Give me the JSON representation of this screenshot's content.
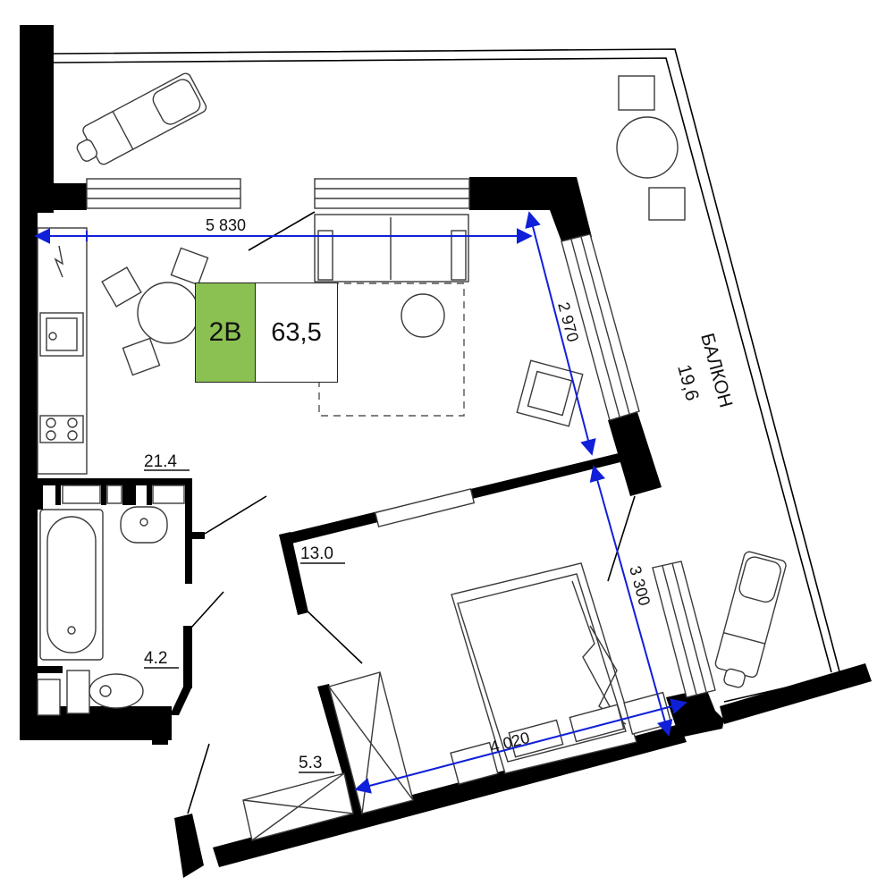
{
  "badge": {
    "type_label": "2В",
    "total_area": "63,5",
    "type_color": "#8bc052"
  },
  "balcony": {
    "label": "БАЛКОН",
    "area": "19,6"
  },
  "room_areas": {
    "kitchen_living": "21.4",
    "bedroom": "13.0",
    "bathroom": "4.2",
    "hallway": "5.3"
  },
  "dimensions": {
    "living_width": "5 830",
    "living_depth": "2 970",
    "bedroom_depth": "3 300",
    "bedroom_width": "4 020"
  },
  "colors": {
    "dimension_line": "#1020d8",
    "wall": "#000000"
  }
}
